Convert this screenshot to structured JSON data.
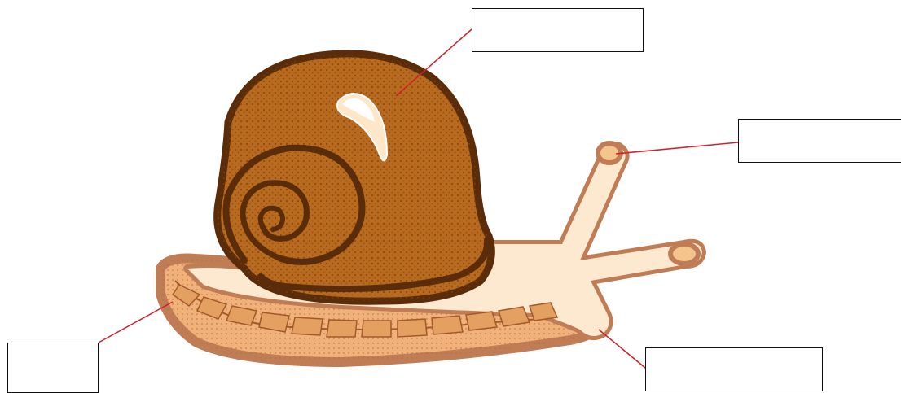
{
  "diagram": {
    "labels": [
      {
        "id": "shell",
        "text": ""
      },
      {
        "id": "eye",
        "text": ""
      },
      {
        "id": "foot",
        "text": ""
      },
      {
        "id": "mouth",
        "text": ""
      }
    ]
  },
  "colors": {
    "leader_line": "#d0202a",
    "shell_fill": "#b86a1e",
    "shell_outline": "#5a2c0a",
    "body_fill": "#fbe1bd",
    "foot_fill": "#e7a766",
    "outline_halo": "#c07d55"
  }
}
